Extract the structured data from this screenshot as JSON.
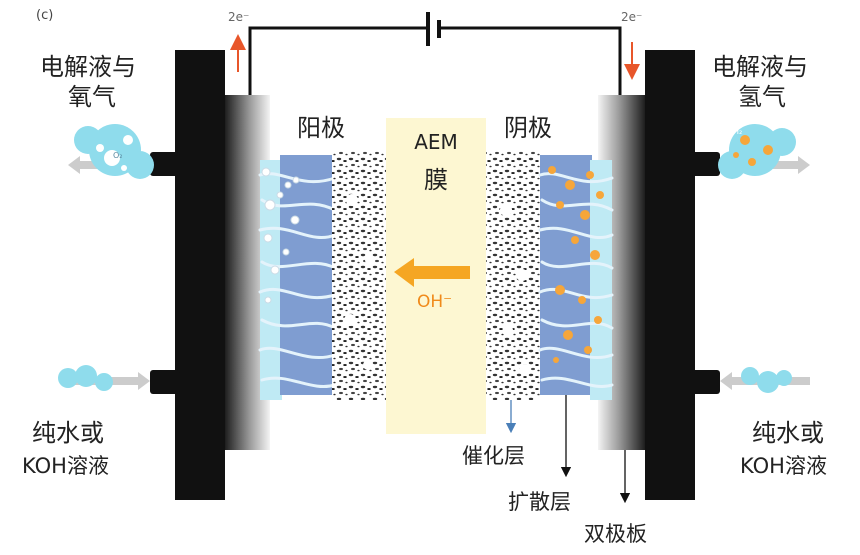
{
  "panel_label": "(c)",
  "electron_left": "2e⁻",
  "electron_right": "2e⁻",
  "outlet_left": [
    "电解液与",
    "氧气"
  ],
  "outlet_right": [
    "电解液与",
    "氢气"
  ],
  "inlet_left": [
    "纯水或",
    "KOH溶液"
  ],
  "inlet_right": [
    "纯水或",
    "KOH溶液"
  ],
  "anode": "阳极",
  "cathode": "阴极",
  "membrane": [
    "AEM",
    "膜"
  ],
  "ion": "OH⁻",
  "catalyst_layer": "催化层",
  "diffusion_layer": "扩散层",
  "bipolar_plate": "双极板",
  "h2_mark": "H₂",
  "o2_mark": "O₂",
  "colors": {
    "membrane": "#fdf7d2",
    "diffusion_layer": "#7f9dd1",
    "fiber": "#e4f3fb",
    "liquid": "#8fdcec",
    "h2_bubble": "#f6a63a",
    "arrow": "#f5a623",
    "plate": "#111111",
    "electron_arrow": "#e8562a"
  }
}
